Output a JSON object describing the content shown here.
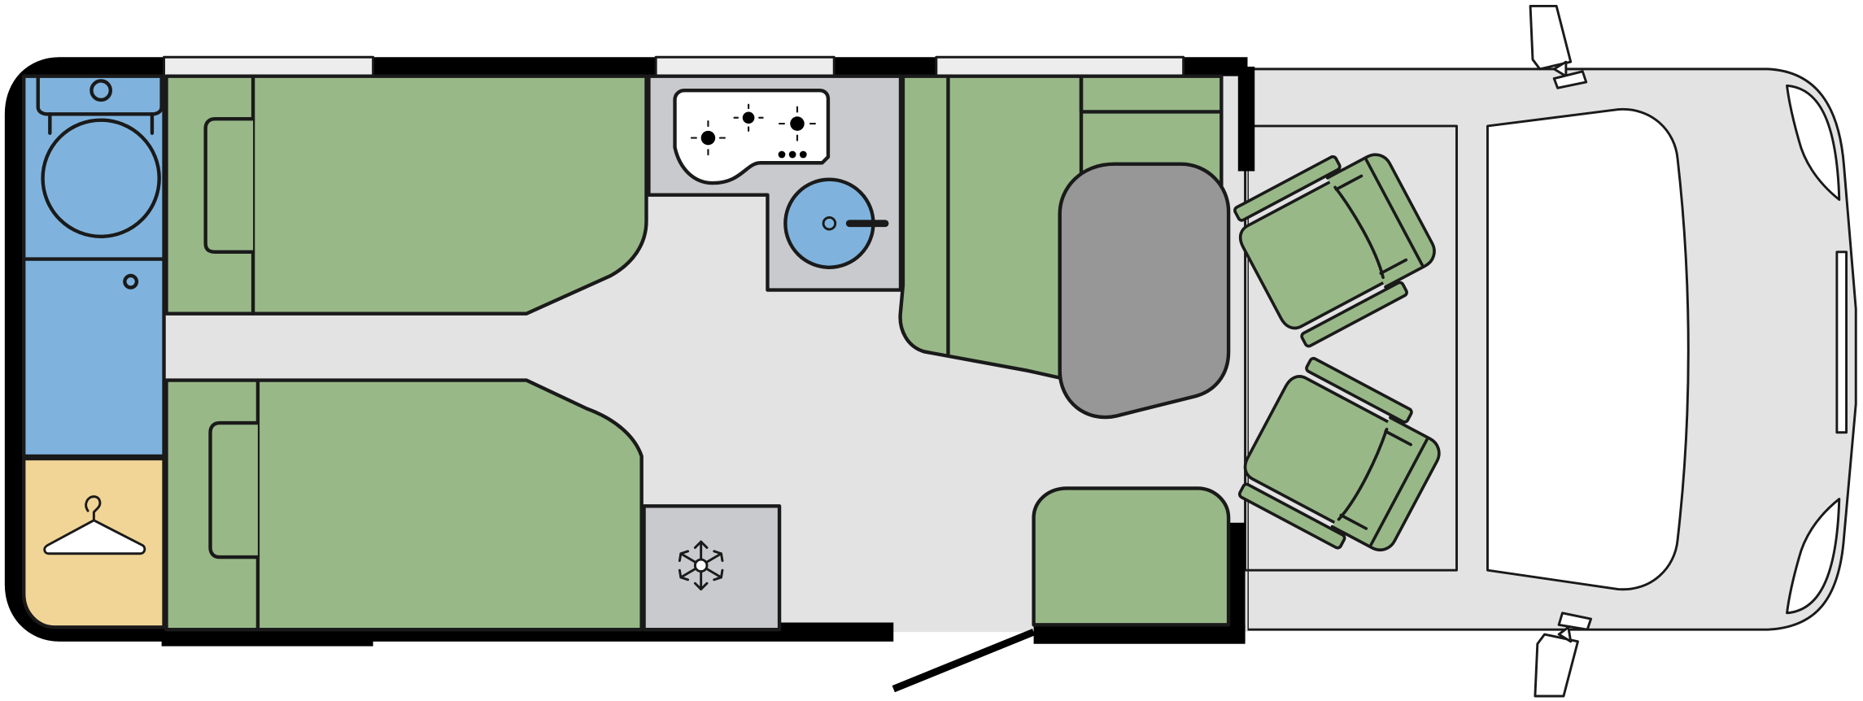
{
  "diagram": {
    "type": "motorhome-floor-plan",
    "colors": {
      "background": "#ffffff",
      "floor": "#e3e3e3",
      "wall": "#000000",
      "upholstery": "#98b888",
      "washroom": "#7fb3dd",
      "wardrobe": "#f1d596",
      "kitchen": "#c9cacd",
      "table": "#979797",
      "window": "#ededed",
      "outline": "#1a1a1a"
    },
    "zones": [
      {
        "name": "washroom",
        "icon": "toilet-icon"
      },
      {
        "name": "wardrobe",
        "icon": "clothes-hanger-icon"
      },
      {
        "name": "rear-bed-left"
      },
      {
        "name": "rear-bed-right"
      },
      {
        "name": "kitchen",
        "icons": [
          "hob-icon",
          "sink-icon"
        ]
      },
      {
        "name": "fridge",
        "icon": "snowflake-icon"
      },
      {
        "name": "lounge"
      },
      {
        "name": "dinette-table"
      },
      {
        "name": "cab-seats",
        "icons": [
          "cab-seat-icon",
          "cab-seat-icon"
        ]
      },
      {
        "name": "cab",
        "icons": [
          "mirror-icon",
          "mirror-icon"
        ]
      },
      {
        "name": "entrance-door"
      }
    ]
  }
}
